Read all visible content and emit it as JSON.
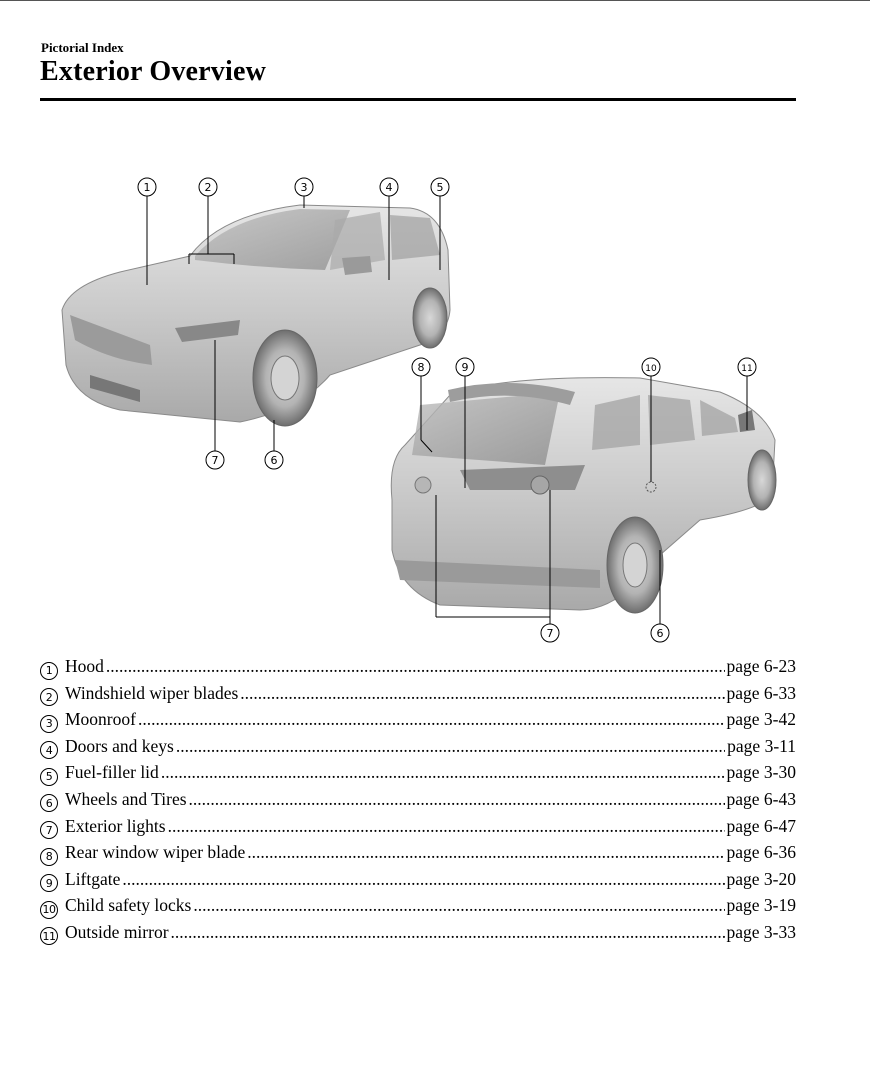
{
  "header": {
    "section": "Pictorial Index",
    "title": "Exterior Overview"
  },
  "figure": {
    "callouts_front": [
      "1",
      "2",
      "3",
      "4",
      "5",
      "7",
      "6"
    ],
    "callouts_rear": [
      "8",
      "9",
      "10",
      "11",
      "7",
      "6"
    ]
  },
  "index": [
    {
      "num": "1",
      "label": "Hood",
      "page": "page 6-23"
    },
    {
      "num": "2",
      "label": "Windshield wiper blades",
      "page": "page 6-33"
    },
    {
      "num": "3",
      "label": "Moonroof",
      "page": "page 3-42"
    },
    {
      "num": "4",
      "label": "Doors and keys",
      "page": "page 3-11"
    },
    {
      "num": "5",
      "label": "Fuel-filler lid",
      "page": "page 3-30"
    },
    {
      "num": "6",
      "label": "Wheels and Tires",
      "page": "page 6-43"
    },
    {
      "num": "7",
      "label": "Exterior lights",
      "page": "page 6-47"
    },
    {
      "num": "8",
      "label": "Rear window wiper blade",
      "page": "page 6-36"
    },
    {
      "num": "9",
      "label": "Liftgate",
      "page": "page 3-20"
    },
    {
      "num": "10",
      "label": "Child safety locks",
      "page": "page 3-19"
    },
    {
      "num": "11",
      "label": "Outside mirror",
      "page": "page 3-33"
    }
  ]
}
